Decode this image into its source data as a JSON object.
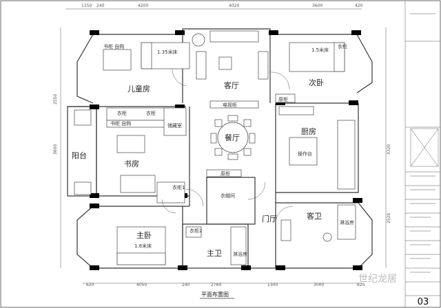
{
  "rooms": {
    "kids_room": "儿童房",
    "living_room": "客厅",
    "second_bedroom": "次卧",
    "balcony": "阳台",
    "study": "书房",
    "dining": "餐厅",
    "kitchen": "厨房",
    "master_bedroom": "主卧",
    "master_bath": "主卫",
    "foyer": "门厅",
    "guest_bath": "客卫",
    "storage": "储藏室",
    "cloakroom": "衣帽间",
    "work_table": "操作台",
    "shower_kids": "淋浴房",
    "shower_master": "淋浴房"
  },
  "furniture": {
    "bookcase_top": "书柜 自购",
    "bed_kids": "1.35米床",
    "bed_second": "1.5米床",
    "wardrobe_second": "衣柜",
    "tv_cabinet": "电视柜",
    "wardrobe_study_1": "衣柜",
    "wardrobe_study_2": "衣柜",
    "bookcase_study": "书柜 自购",
    "tall_cabinet_1": "原柜",
    "tall_cabinet_2": "原柜",
    "wardrobe_1": "衣柜1",
    "wardrobe_2": "衣柜2",
    "bed_master": "1.8米床"
  },
  "dimensions": {
    "top": [
      "1150",
      "240",
      "4200",
      "4020",
      "3600",
      "420"
    ],
    "bottom": [
      "620",
      "4050",
      "240",
      "2760",
      "1300",
      "3000",
      "620"
    ],
    "left": [
      "2550",
      "3600"
    ],
    "right": [
      "3320",
      "2520"
    ]
  },
  "caption": "平面布置图",
  "title_block": {
    "page_number": "03"
  },
  "watermark": "世纪龙居"
}
